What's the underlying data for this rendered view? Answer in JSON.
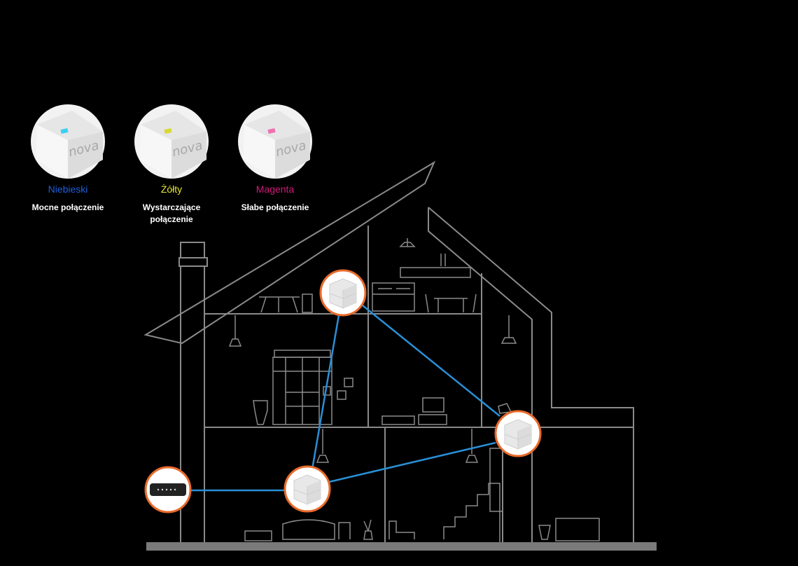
{
  "legend": [
    {
      "color_name": "Niebieski",
      "description": "Mocne połączenie",
      "text_color": "#1f5fdc",
      "led_color": "#3ad0f0"
    },
    {
      "color_name": "Żółty",
      "description": "Wystarczające połączenie",
      "text_color": "#e8e832",
      "led_color": "#d8d832"
    },
    {
      "color_name": "Magenta",
      "description": "Słabe połączenie",
      "text_color": "#d2197a",
      "led_color": "#f070b0"
    }
  ],
  "brand_label": "nova",
  "colors": {
    "background": "#000000",
    "outline": "#8a8a8a",
    "link": "#2a8fd6",
    "node_ring": "#e86a2a",
    "ground": "#7a7a7a"
  },
  "nodes": [
    {
      "id": "router",
      "type": "router-icon"
    },
    {
      "id": "ground-node",
      "type": "mesh-node-icon"
    },
    {
      "id": "attic-node",
      "type": "mesh-node-icon"
    },
    {
      "id": "right-node",
      "type": "mesh-node-icon"
    }
  ],
  "links": [
    {
      "from": "router",
      "to": "ground-node"
    },
    {
      "from": "ground-node",
      "to": "attic-node"
    },
    {
      "from": "ground-node",
      "to": "right-node"
    },
    {
      "from": "attic-node",
      "to": "right-node"
    }
  ]
}
